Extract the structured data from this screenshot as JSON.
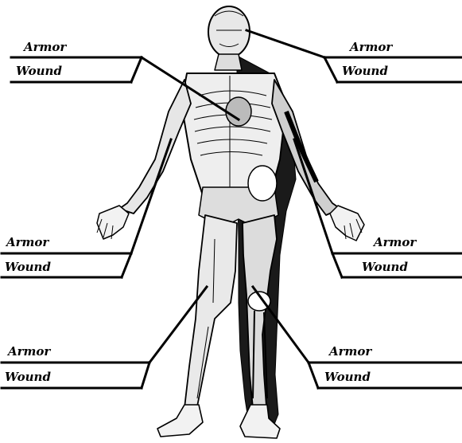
{
  "slots": {
    "head": {
      "armor_label": "Armor",
      "wound_label": "Wound",
      "armor_value": "",
      "wound_value": ""
    },
    "torso": {
      "armor_label": "Armor",
      "wound_label": "Wound",
      "armor_value": "",
      "wound_value": ""
    },
    "right_arm": {
      "armor_label": "Armor",
      "wound_label": "Wound",
      "armor_value": "",
      "wound_value": ""
    },
    "left_arm": {
      "armor_label": "Armor",
      "wound_label": "Wound",
      "armor_value": "",
      "wound_value": ""
    },
    "right_leg": {
      "armor_label": "Armor",
      "wound_label": "Wound",
      "armor_value": "",
      "wound_value": ""
    },
    "left_leg": {
      "armor_label": "Armor",
      "wound_label": "Wound",
      "armor_value": "",
      "wound_value": ""
    }
  },
  "colors": {
    "ink": "#000000",
    "paper": "#ffffff",
    "shade": "#222222"
  }
}
